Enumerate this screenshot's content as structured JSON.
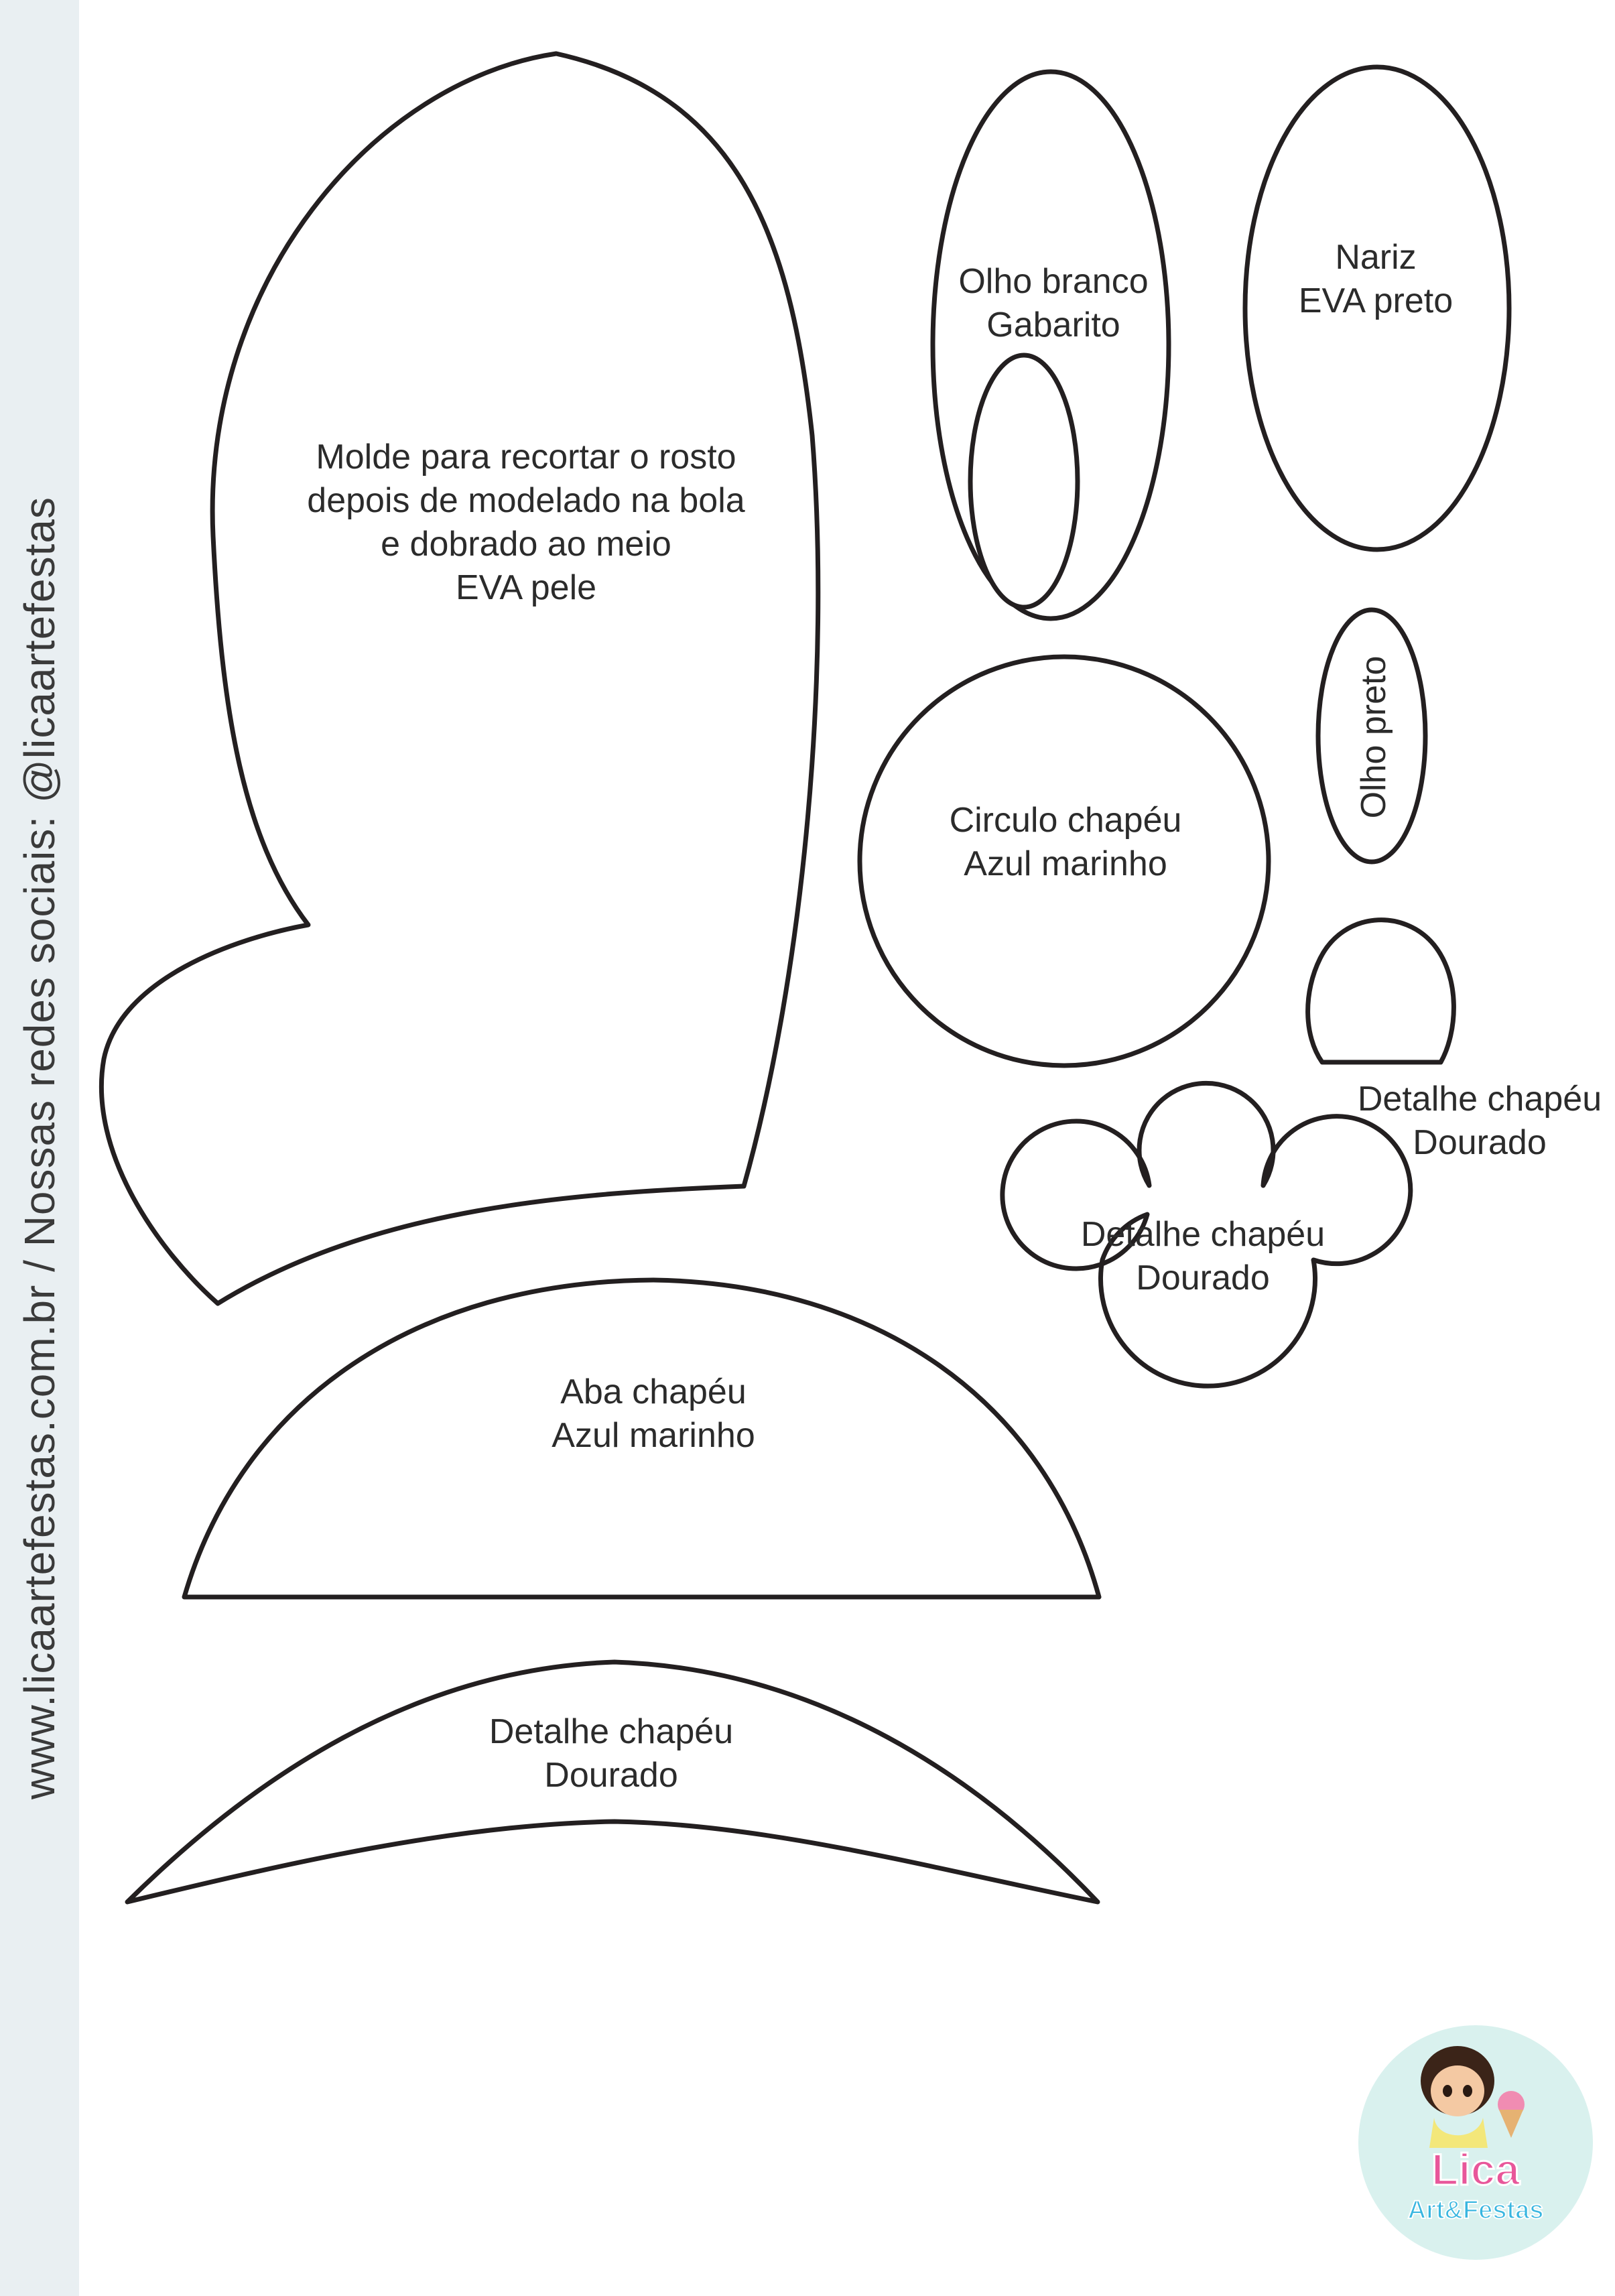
{
  "sidebar": {
    "text": "www.licaartefestas.com.br / Nossas redes sociais: @licaartefestas"
  },
  "pieces": {
    "face": {
      "line1": "Molde para recortar o rosto",
      "line2": "depois de modelado na bola",
      "line3": "e dobrado ao meio",
      "line4": "EVA pele"
    },
    "white_eye": {
      "line1": "Olho branco",
      "line2": "Gabarito"
    },
    "nose": {
      "line1": "Nariz",
      "line2": "EVA preto"
    },
    "black_eye": {
      "line1": "Olho preto"
    },
    "hat_circle": {
      "line1": "Circulo chapéu",
      "line2": "Azul marinho"
    },
    "hat_detail_arch": {
      "line1": "Detalhe chapéu",
      "line2": "Dourado"
    },
    "hat_detail_mickey": {
      "line1": "Detalhe chapéu",
      "line2": "Dourado"
    },
    "hat_brim": {
      "line1": "Aba chapéu",
      "line2": "Azul marinho"
    },
    "hat_detail_crescent": {
      "line1": "Detalhe chapéu",
      "line2": "Dourado"
    }
  },
  "logo": {
    "line1": "Lica",
    "line2": "Art&Festas"
  },
  "colors": {
    "outline": "#231f20",
    "sidebar_bg": "#e9eff2",
    "logo_bg": "#d9f1ee",
    "logo_pink": "#e8579a",
    "logo_cyan": "#38b6e0"
  }
}
